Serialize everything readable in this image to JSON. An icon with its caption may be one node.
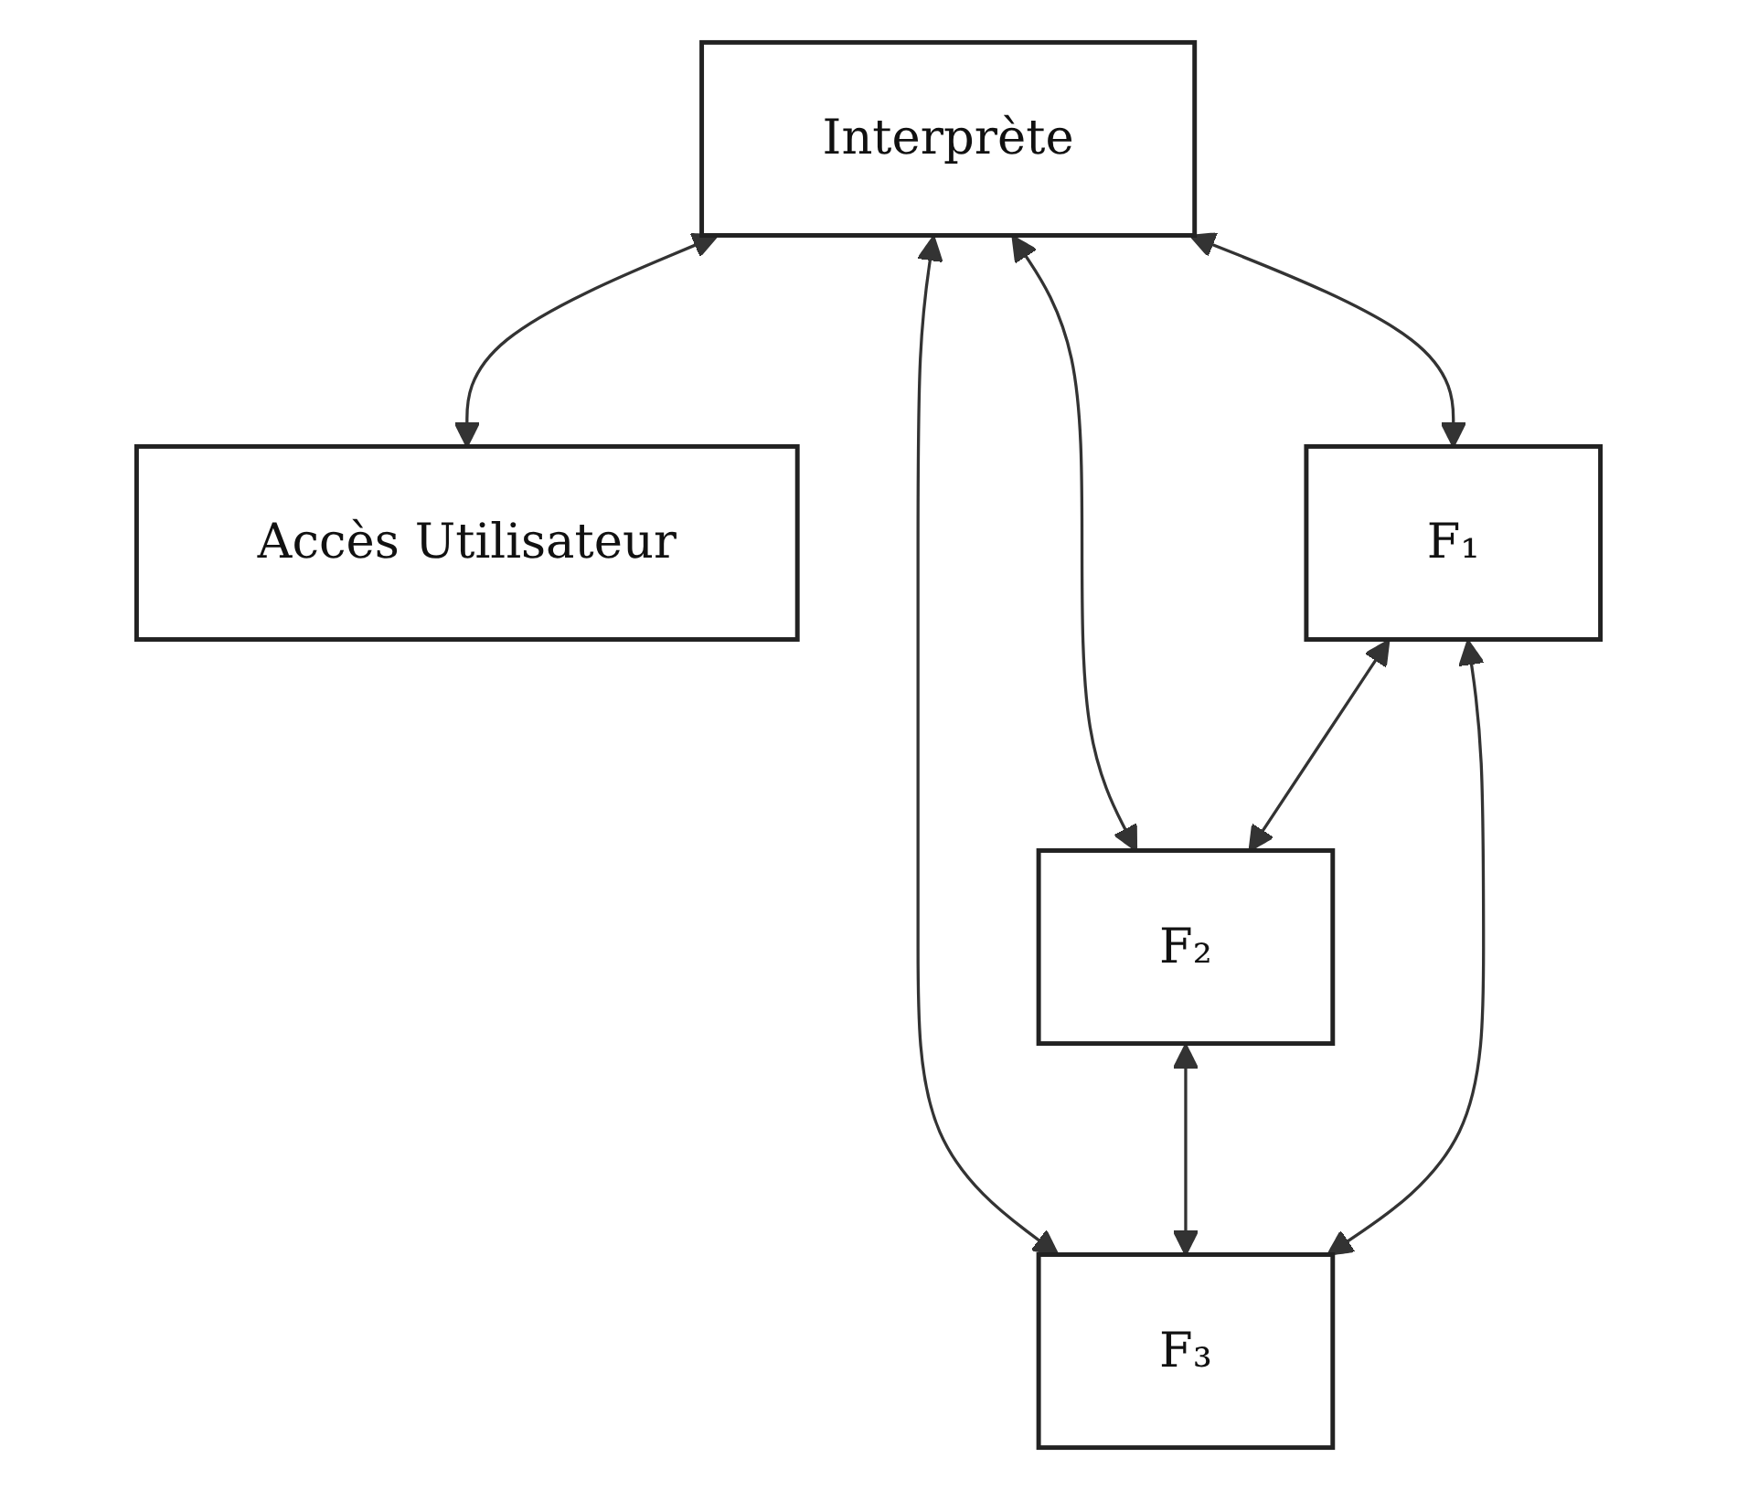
{
  "diagram": {
    "nodes": [
      {
        "text": [
          "Interprète"
        ]
      },
      {
        "text": [
          "Accès Utilisateur"
        ]
      },
      {
        "text": [
          "F₁"
        ]
      },
      {
        "text": [
          "F₂"
        ]
      },
      {
        "text": [
          "F₃"
        ]
      }
    ],
    "edges": [
      {
        "from": 0,
        "to": 1,
        "arrow": "both"
      },
      {
        "from": 0,
        "to": 2,
        "arrow": "both"
      },
      {
        "from": 0,
        "to": 3,
        "arrow": "both"
      },
      {
        "from": 0,
        "to": 4,
        "arrow": "both"
      },
      {
        "from": 2,
        "to": 3,
        "arrow": "both"
      },
      {
        "from": 3,
        "to": 4,
        "arrow": "both"
      },
      {
        "from": 2,
        "to": 4,
        "arrow": "both"
      }
    ]
  }
}
